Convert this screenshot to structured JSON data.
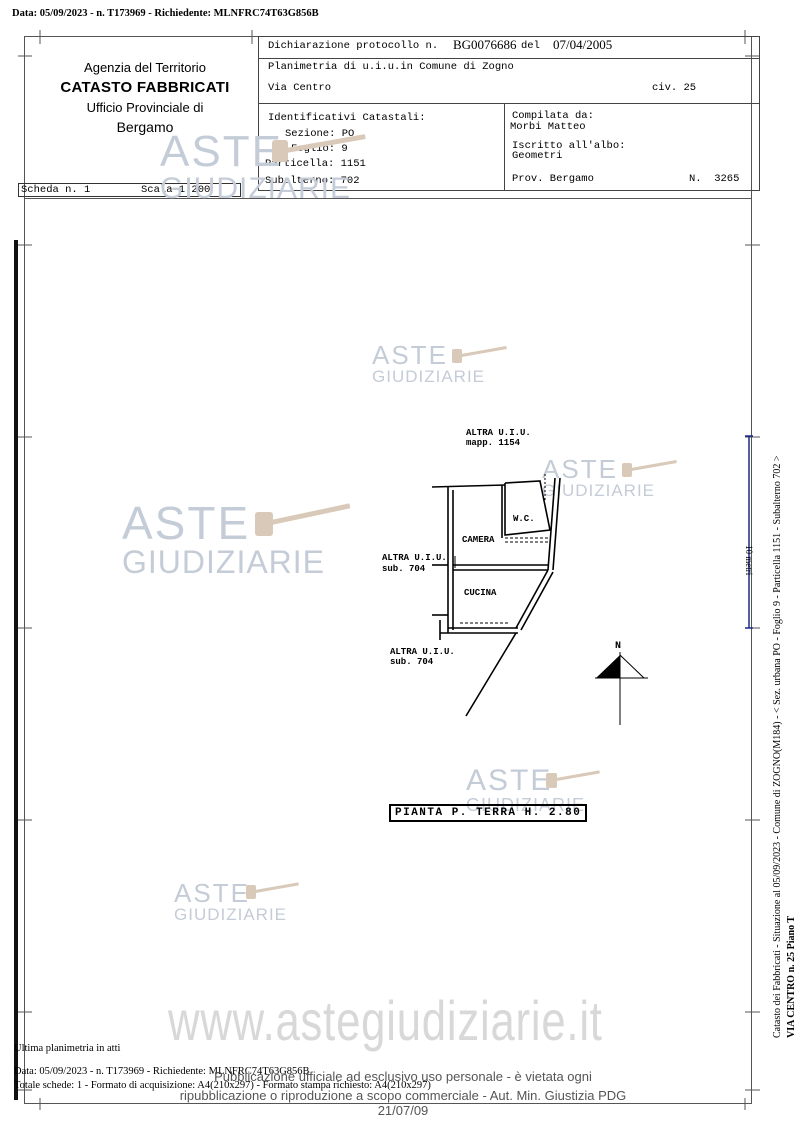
{
  "top_meta": "Data: 05/09/2023 - n. T173969 - Richiedente: MLNFRC74T63G856B",
  "agency": {
    "line1": "Agenzia del Territorio",
    "line2": "CATASTO FABBRICATI",
    "line3": "Ufficio Provinciale di",
    "line4": "Bergamo"
  },
  "header": {
    "dichiarazione_label": "Dichiarazione protocollo n.",
    "protocollo": "BG0076686",
    "del_label": "del",
    "date": "07/04/2005",
    "planimetria": "Planimetria di u.i.u.in Comune di Zogno",
    "via": "Via Centro",
    "civ": "civ. 25",
    "identificativi_label": "Identificativi Catastali:",
    "sezione": "Sezione: PO",
    "foglio": "Foglio: 9",
    "particella": "Particella: 1151",
    "subalterno": "Subalterno: 702",
    "compilata_label": "Compilata da:",
    "compilata_nome": "Morbi Matteo",
    "iscritto_label": "Iscritto all'albo:",
    "iscritto_valore": "Geometri",
    "prov": "Prov. Bergamo",
    "numero": "N.  3265"
  },
  "scheda": {
    "scheda": "Scheda n. 1",
    "scala": "Scala 1:200"
  },
  "watermark": {
    "line1": "ASTE",
    "line2": "GIUDIZIARIE",
    "site": "www.astegiudiziarie.it"
  },
  "plan": {
    "altra_top_1": "ALTRA U.I.U.",
    "altra_top_2": "mapp. 1154",
    "wc": "W.C.",
    "camera": "CAMERA",
    "cucina": "CUCINA",
    "altra_left_1": "ALTRA U.I.U.",
    "altra_left_2": "sub. 704",
    "altra_bottom_1": "ALTRA U.I.U.",
    "altra_bottom_2": "sub. 704",
    "north": "N",
    "pianta": "PIANTA P. TERRA H. 2.80"
  },
  "scale_bar": "10 metri",
  "side": {
    "line1": "Catasto dei Fabbricati - Situazione al 05/09/2023 - Comune di ZOGNO(M184) - < Sez. urbana PO - Foglio 9 - Particella 1151 - Subalterno 702 >",
    "line2": "VIA CENTRO n. 25 Piano T"
  },
  "footer": {
    "ultima": "Ultima planimetria in atti",
    "data": "Data: 05/09/2023 - n. T173969 - Richiedente: MLNFRC74T63G856B",
    "totale": "Totale schede: 1 - Formato di acquisizione: A4(210x297) - Formato stampa richiesto: A4(210x297)",
    "pub1": "Pubblicazione ufficiale ad esclusivo uso personale - è vietata ogni",
    "pub2": "ripubblicazione o riproduzione a scopo commerciale - Aut. Min. Giustizia PDG 21/07/09"
  }
}
